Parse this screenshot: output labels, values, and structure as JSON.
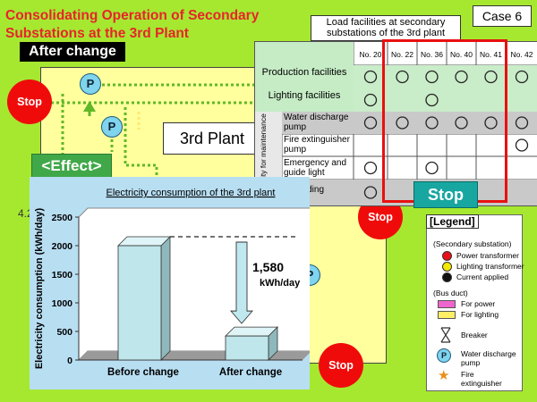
{
  "header": {
    "title_line1": "Consolidating Operation of Secondary",
    "title_line2": "Substations at the 3rd Plant",
    "after_change": "After change",
    "case": "Case 6",
    "load_label_line1": "Load facilities at secondary",
    "load_label_line2": "substations of the 3rd plant"
  },
  "diagram": {
    "plant_label": "3rd Plant",
    "effect_label": "<Effect>",
    "pump_symbol": "P",
    "stop_label": "Stop",
    "partial_text": "4.2"
  },
  "table": {
    "columns": [
      "No. 20",
      "No. 22",
      "No. 36",
      "No. 40",
      "No. 41",
      "No. 42"
    ],
    "group_label": "Electricity for maintenance",
    "rows": [
      {
        "label": "Production facilities",
        "marks": [
          1,
          1,
          1,
          1,
          1,
          1
        ],
        "shaded": true
      },
      {
        "label": "Lighting facilities",
        "marks": [
          1,
          0,
          1,
          0,
          0,
          0
        ],
        "shaded": true
      },
      {
        "label": "Water discharge pump",
        "marks": [
          1,
          1,
          1,
          1,
          1,
          1
        ],
        "shaded": true
      },
      {
        "label": "Fire extinguisher pump",
        "marks": [
          0,
          0,
          0,
          0,
          0,
          1
        ],
        "shaded": false
      },
      {
        "label": "Emergency and guide light",
        "marks": [
          1,
          0,
          1,
          0,
          0,
          0
        ],
        "shaded": false
      },
      {
        "label": "ic vending",
        "marks": [
          1,
          0,
          0,
          0,
          0,
          0
        ],
        "shaded": true
      }
    ],
    "stop_button": "Stop"
  },
  "legend": {
    "title": "[Legend]",
    "secondary_header": "(Secondary substation)",
    "power_transformer": "Power transformer",
    "lighting_transformer": "Lighting transformer",
    "current_applied": "Current applied",
    "bus_header": "(Bus duct)",
    "for_power": "For power",
    "for_lighting": "For lighting",
    "breaker": "Breaker",
    "water_pump_line1": "Water discharge",
    "water_pump_line2": "pump",
    "fire_line1": "Fire",
    "fire_line2": "extinguisher",
    "colors": {
      "power": "#e8101a",
      "lighting": "#f4ea00",
      "current": "#111111",
      "bus_power": "#ee66cc",
      "bus_lighting": "#ffee66"
    }
  },
  "chart_data": {
    "type": "bar",
    "title": "Electricity consumption of the 3rd plant",
    "categories": [
      "Before change",
      "After change"
    ],
    "values": [
      2000,
      420
    ],
    "ylabel": "Electricity consumption (kWh/day)",
    "xlabel": "",
    "ylim": [
      0,
      2500
    ],
    "yticks": [
      0,
      500,
      1000,
      1500,
      2000,
      2500
    ],
    "annotation_value": "1,580",
    "annotation_unit": "kWh/day",
    "bar_color": "#bfe6ea"
  }
}
